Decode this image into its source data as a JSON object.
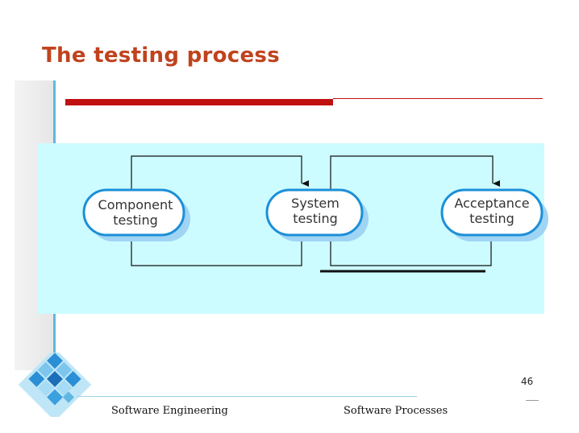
{
  "slide": {
    "title": "The testing process",
    "page_number": "46",
    "footer_left": "Software Engineering",
    "footer_right": "Software Processes"
  },
  "diagram": {
    "nodes": [
      {
        "id": "component",
        "lines": [
          "Component",
          "testing"
        ]
      },
      {
        "id": "system",
        "lines": [
          "System",
          "testing"
        ]
      },
      {
        "id": "acceptance",
        "lines": [
          "Acceptance",
          "testing"
        ]
      }
    ]
  },
  "colors": {
    "title": "#c0431e",
    "accent_red": "#c01010",
    "panel": "#ccfcff",
    "node_border": "#1c8fd8",
    "node_shadow": "#9fd4f4",
    "sidebar_blue": "#5fb7e1"
  },
  "icons": [
    "logo-grid-icon"
  ]
}
